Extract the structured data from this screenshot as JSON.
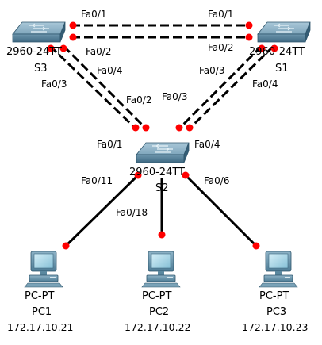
{
  "colors": {
    "background": "#ffffff",
    "cable": "#000000",
    "port_up": "#ff0000",
    "switch_top": "#8fb4c9",
    "switch_body": "#5f8aa3",
    "pc_screen": "#a9d6e6",
    "pc_body": "#6f97ad"
  },
  "switches": {
    "s3": {
      "model": "2960-24TT",
      "name": "S3",
      "icon": "switch-icon"
    },
    "s1": {
      "model": "2960-24TT",
      "name": "S1",
      "icon": "switch-icon"
    },
    "s2": {
      "model": "2960-24TT",
      "name": "S2",
      "icon": "switch-icon"
    }
  },
  "pcs": {
    "pc1": {
      "model": "PC-PT",
      "name": "PC1",
      "ip": "172.17.10.21",
      "icon": "pc-icon"
    },
    "pc2": {
      "model": "PC-PT",
      "name": "PC2",
      "ip": "172.17.10.22",
      "icon": "pc-icon"
    },
    "pc3": {
      "model": "PC-PT",
      "name": "PC3",
      "ip": "172.17.10.23",
      "icon": "pc-icon"
    }
  },
  "ports": {
    "s3_top_a": "Fa0/1",
    "s3_top_b": "Fa0/2",
    "s1_top_a": "Fa0/1",
    "s1_top_b": "Fa0/2",
    "s3_down_a": "Fa0/3",
    "s3_down_b": "Fa0/4",
    "s1_down_a": "Fa0/3",
    "s1_down_b": "Fa0/4",
    "s2_up_left_a": "Fa0/1",
    "s2_up_left_b": "Fa0/2",
    "s2_up_right_a": "Fa0/3",
    "s2_up_right_b": "Fa0/4",
    "s2_pc1": "Fa0/11",
    "s2_pc2": "Fa0/18",
    "s2_pc3": "Fa0/6"
  },
  "links": [
    {
      "from": "S3 Fa0/1",
      "to": "S1 Fa0/1",
      "cable": "crossover"
    },
    {
      "from": "S3 Fa0/2",
      "to": "S1 Fa0/2",
      "cable": "crossover"
    },
    {
      "from": "S3 Fa0/3",
      "to": "S2 Fa0/1",
      "cable": "crossover"
    },
    {
      "from": "S3 Fa0/4",
      "to": "S2 Fa0/2",
      "cable": "crossover"
    },
    {
      "from": "S1 Fa0/3",
      "to": "S2 Fa0/3",
      "cable": "crossover"
    },
    {
      "from": "S1 Fa0/4",
      "to": "S2 Fa0/4",
      "cable": "crossover"
    },
    {
      "from": "S2 Fa0/11",
      "to": "PC1",
      "cable": "straight"
    },
    {
      "from": "S2 Fa0/18",
      "to": "PC2",
      "cable": "straight"
    },
    {
      "from": "S2 Fa0/6",
      "to": "PC3",
      "cable": "straight"
    }
  ]
}
